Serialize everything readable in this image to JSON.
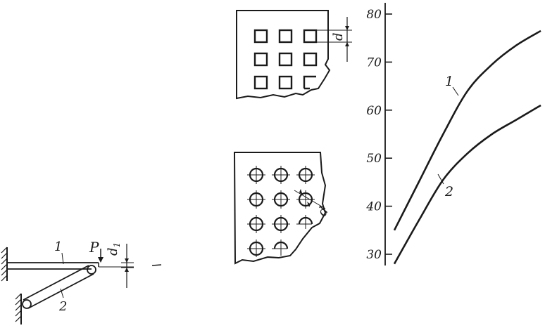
{
  "bracket": {
    "member_1_label": "1",
    "member_2_label": "2",
    "load_label": "P",
    "deflection_label": "d",
    "deflection_subscript": "1"
  },
  "square_plate": {
    "dimension_label": "d"
  },
  "round_plate": {
    "dimension_label": "d"
  },
  "graph": {
    "y_ticks": [
      "80",
      "70",
      "60",
      "50",
      "40",
      "30"
    ],
    "curve_1_label": "1",
    "curve_2_label": "2"
  },
  "chart_data": {
    "type": "line",
    "title": "",
    "xlabel": "",
    "ylabel": "",
    "ylim": [
      27,
      83
    ],
    "y_ticks": [
      30,
      40,
      50,
      60,
      70,
      80
    ],
    "series": [
      {
        "name": "1",
        "x": [
          0,
          1,
          2,
          3,
          4,
          5,
          6
        ],
        "values": [
          35,
          45,
          55,
          64,
          69.5,
          73.5,
          76.5
        ]
      },
      {
        "name": "2",
        "x": [
          0,
          1,
          2,
          3,
          4,
          5,
          6
        ],
        "values": [
          28,
          37,
          45.5,
          51,
          55,
          58,
          61
        ]
      }
    ]
  }
}
